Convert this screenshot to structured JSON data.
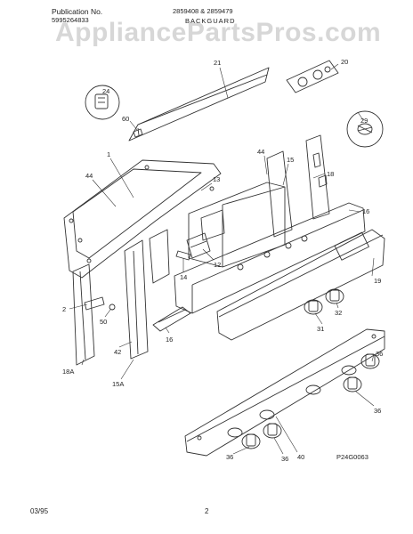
{
  "header": {
    "publication_label": "Publication No.",
    "publication_number": "5995264833",
    "models": "2859408 & 2859479",
    "section_title": "BACKGUARD"
  },
  "watermark": "AppliancePartsPros.com",
  "callouts": {
    "c21": "21",
    "c20": "20",
    "c24": "24",
    "c60": "60",
    "c29": "29",
    "c1": "1",
    "c44a": "44",
    "c44b": "44",
    "c15": "15",
    "c13": "13",
    "c18": "18",
    "c16a": "16",
    "c12": "12",
    "c14": "14",
    "c19": "19",
    "c2": "2",
    "c50": "50",
    "c32": "32",
    "c31": "31",
    "c16b": "16",
    "c42": "42",
    "c18A": "18A",
    "c15A": "15A",
    "c36a": "36",
    "c36b": "36",
    "c36c": "36",
    "c36d": "36",
    "c40": "40"
  },
  "drawing_ref": "P24G0063",
  "footer": {
    "date": "03/95",
    "page": "2"
  },
  "colors": {
    "line": "#333333",
    "watermark": "#969696"
  }
}
